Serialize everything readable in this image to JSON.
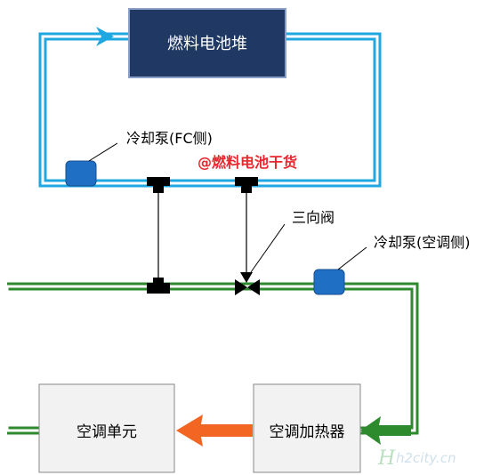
{
  "stack": {
    "label": "燃料电池堆",
    "fill": "#1f3864"
  },
  "pump_fc": {
    "label": "冷却泵(FC侧)"
  },
  "pump_ac": {
    "label": "冷却泵(空调侧)"
  },
  "valve": {
    "label": "三向阀"
  },
  "ac_unit": {
    "label": "空调单元"
  },
  "ac_heater": {
    "label": "空调加热器"
  },
  "watermark": {
    "text": "@燃料电池干货",
    "color": "#e8262d"
  },
  "logo": {
    "text": "h2city.cn"
  },
  "colors": {
    "fc_loop": "#1ea7e1",
    "ac_loop": "#2d8a2d",
    "flow_orange": "#f26522",
    "pump_blue": "#1f6fc5"
  }
}
